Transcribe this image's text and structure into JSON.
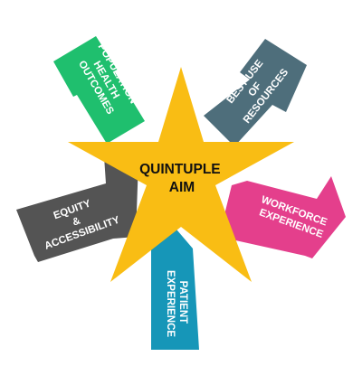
{
  "center": {
    "lines": [
      "QUINTUPLE",
      "AIM"
    ],
    "color": "#f9bd14",
    "text_color": "#111111"
  },
  "arrows": [
    {
      "id": "population-health-outcomes",
      "lines": [
        "POPULATION",
        "HEALTH",
        "OUTCOMES"
      ],
      "color": "#1fbf6e"
    },
    {
      "id": "best-use-of-resources",
      "lines": [
        "BEST USE",
        "OF",
        "RESOURCES"
      ],
      "color": "#4e6e7b"
    },
    {
      "id": "workforce-experience",
      "lines": [
        "WORKFORCE",
        "EXPERIENCE"
      ],
      "color": "#e43f8c"
    },
    {
      "id": "patient-experience",
      "lines": [
        "PATIENT",
        "EXPERIENCE"
      ],
      "color": "#1696b8"
    },
    {
      "id": "equity-and-accessibility",
      "lines": [
        "EQUITY",
        "&",
        "ACCESSIBILITY"
      ],
      "color": "#545454"
    }
  ]
}
